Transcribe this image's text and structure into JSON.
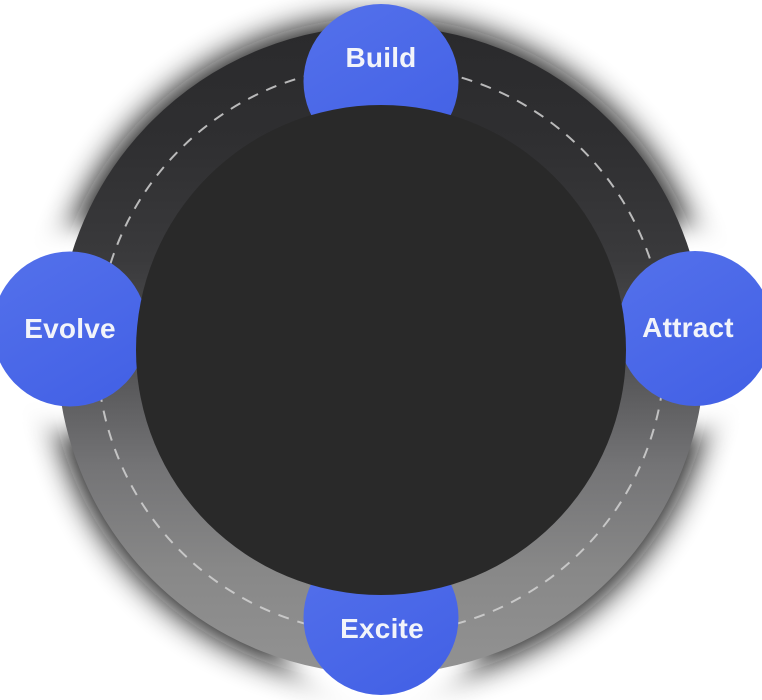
{
  "diagram": {
    "type": "circular-cycle",
    "nodes": [
      {
        "id": "build",
        "label": "Build",
        "position": "top"
      },
      {
        "id": "attract",
        "label": "Attract",
        "position": "right"
      },
      {
        "id": "excite",
        "label": "Excite",
        "position": "bottom"
      },
      {
        "id": "evolve",
        "label": "Evolve",
        "position": "left"
      }
    ],
    "colors": {
      "background": "#FFFFFF",
      "node_blue_light": "#5471EB",
      "node_blue": "#4462E6",
      "label_text": "#F2F4FA",
      "inner_disc": "#292929",
      "dash": "#D2D2D2",
      "halo": "#070707",
      "clearing": "#FFFFFF",
      "ring_gradient": [
        "#2A2A2C",
        "#2F2F31",
        "#3A3A3C",
        "#525254",
        "#747476",
        "#888888",
        "#929292"
      ]
    }
  }
}
